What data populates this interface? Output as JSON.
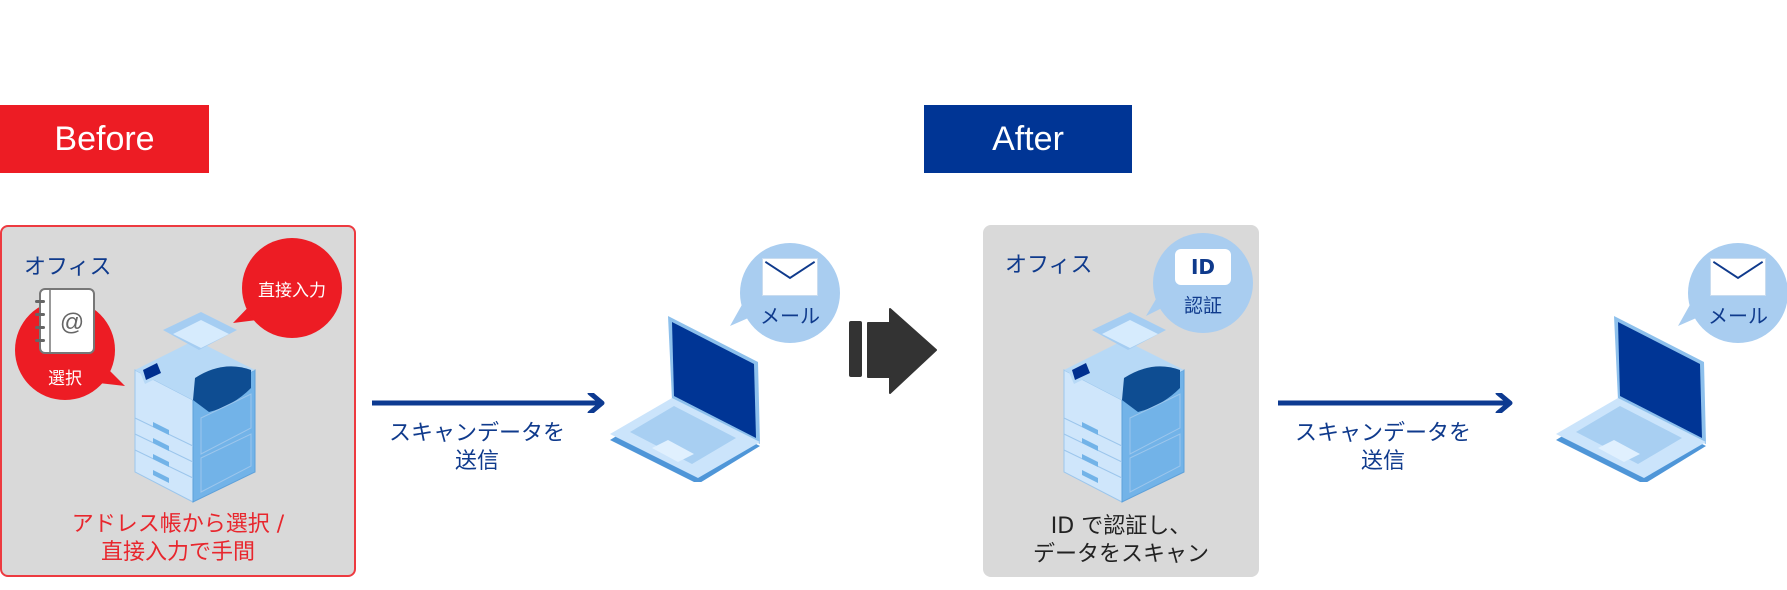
{
  "before": {
    "tag": "Before",
    "office_label": "オフィス",
    "bubble_direct": "直接入力",
    "bubble_select": "選択",
    "caption_line1": "アドレス帳から選択 /",
    "caption_line2": "直接入力で手間",
    "flow_line1": "スキャンデータを",
    "flow_line2": "送信",
    "mail_label": "メール"
  },
  "after": {
    "tag": "After",
    "office_label": "オフィス",
    "id_badge": "ID",
    "bubble_auth": "認証",
    "caption_line1": "ID で認証し、",
    "caption_line2": "データをスキャン",
    "flow_line1": "スキャンデータを",
    "flow_line2": "送信",
    "mail_label": "メール"
  },
  "colors": {
    "before_accent": "#ed1c24",
    "after_accent": "#003595",
    "panel_bg": "#d9d9d9",
    "text_blue": "#0f3a8c",
    "bubble_blue": "#a9cdf0",
    "transition_arrow": "#333333"
  }
}
